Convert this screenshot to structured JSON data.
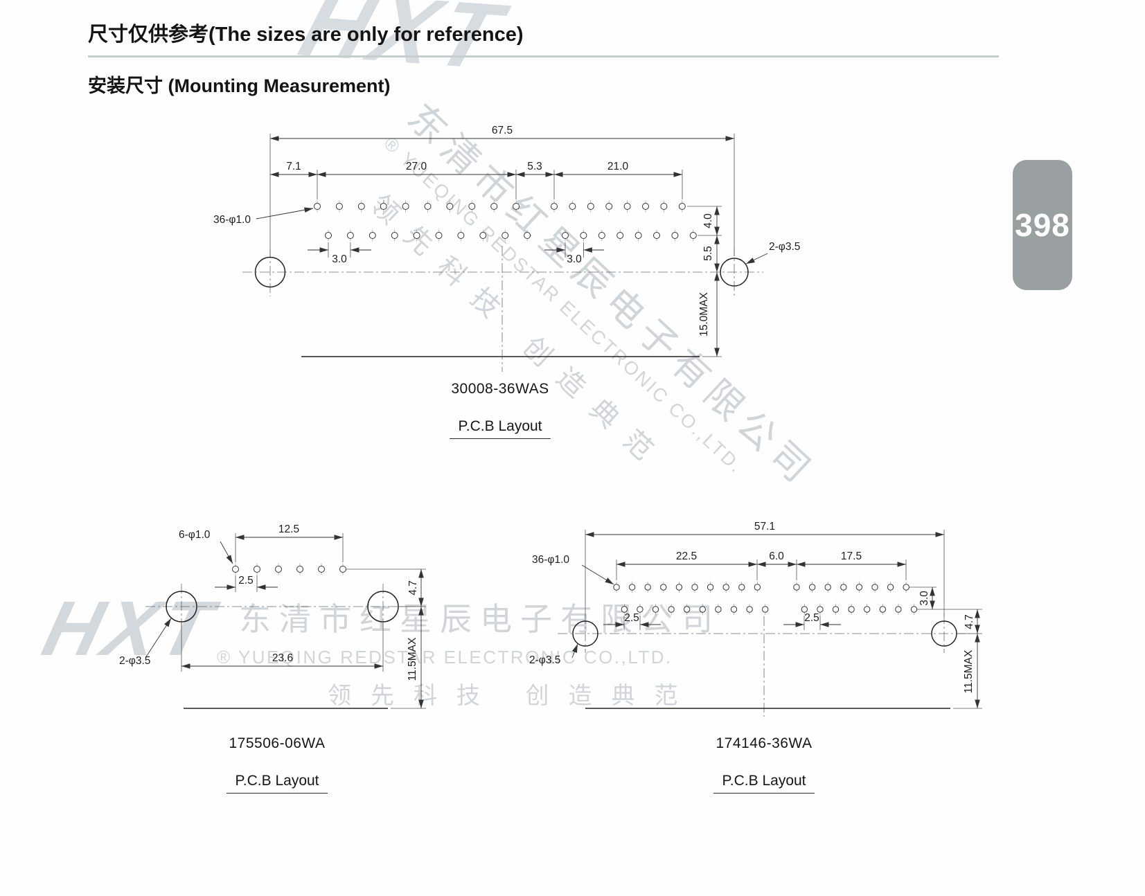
{
  "page": {
    "title": "尺寸仅供参考(The sizes are only for reference)",
    "subtitle": "安装尺寸  (Mounting Measurement)",
    "page_number": "398"
  },
  "watermark": {
    "logo": "HXT",
    "reg": "®",
    "company_cn": "东清市红星辰电子有限公司",
    "company_en": "YUEQING REDSTAR ELECTRONIC CO.,LTD.",
    "slogan": "领先科技 创造典范"
  },
  "diagram1": {
    "part_number": "30008-36WAS",
    "layout_label": "P.C.B Layout",
    "pin_callout": "36-φ1.0",
    "mount_callout": "2-φ3.5",
    "dims": {
      "overall": "67.5",
      "left_offset": "7.1",
      "group1": "27.0",
      "gap": "5.3",
      "group2": "21.0",
      "pitch_a": "3.0",
      "pitch_b": "3.0",
      "row_spacing": "4.0",
      "row_to_center": "5.5",
      "height_max": "15.0MAX"
    }
  },
  "diagram2": {
    "part_number": "175506-06WA",
    "layout_label": "P.C.B Layout",
    "pin_callout": "6-φ1.0",
    "mount_callout": "2-φ3.5",
    "dims": {
      "pin_span": "12.5",
      "pitch": "2.5",
      "hole_span": "23.6",
      "row_to_center": "4.7",
      "height_max": "11.5MAX"
    }
  },
  "diagram3": {
    "part_number": "174146-36WA",
    "layout_label": "P.C.B Layout",
    "pin_callout": "36-φ1.0",
    "mount_callout": "2-φ3.5",
    "dims": {
      "overall": "57.1",
      "group1": "22.5",
      "gap": "6.0",
      "group2": "17.5",
      "pitch_a": "2.5",
      "pitch_b": "2.5",
      "row_spacing": "3.0",
      "row_to_center": "4.7",
      "height_max": "11.5MAX"
    }
  }
}
